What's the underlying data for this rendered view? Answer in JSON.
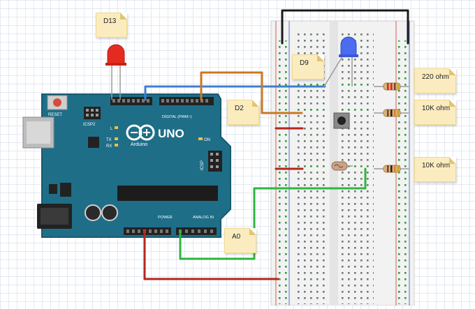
{
  "labels": {
    "d13": "D13",
    "d9": "D9",
    "d2": "D2",
    "a0": "A0",
    "r1": "220 ohm",
    "r2": "10K ohm",
    "r3": "10K ohm"
  },
  "board": {
    "reset": "RESET",
    "icsp2": "ICSP2",
    "icsp": "ICSP",
    "l": "L",
    "tx": "TX",
    "rx": "RX",
    "on": "ON",
    "brand": "Arduino",
    "model": "UNO",
    "digital": "DIGITAL (PWM~)",
    "power": "POWER",
    "analog": "ANALOG IN"
  },
  "colors": {
    "board": "#1f6e88",
    "board_edge": "#165a70",
    "wire_black": "#1a1a1a",
    "wire_blue": "#3d7fd0",
    "wire_orange": "#cc7722",
    "wire_green": "#2fb53f",
    "wire_red": "#b3261e",
    "led_red": "#e52b20",
    "led_blue": "#4b6cf0",
    "note_bg": "#fbecc0"
  }
}
